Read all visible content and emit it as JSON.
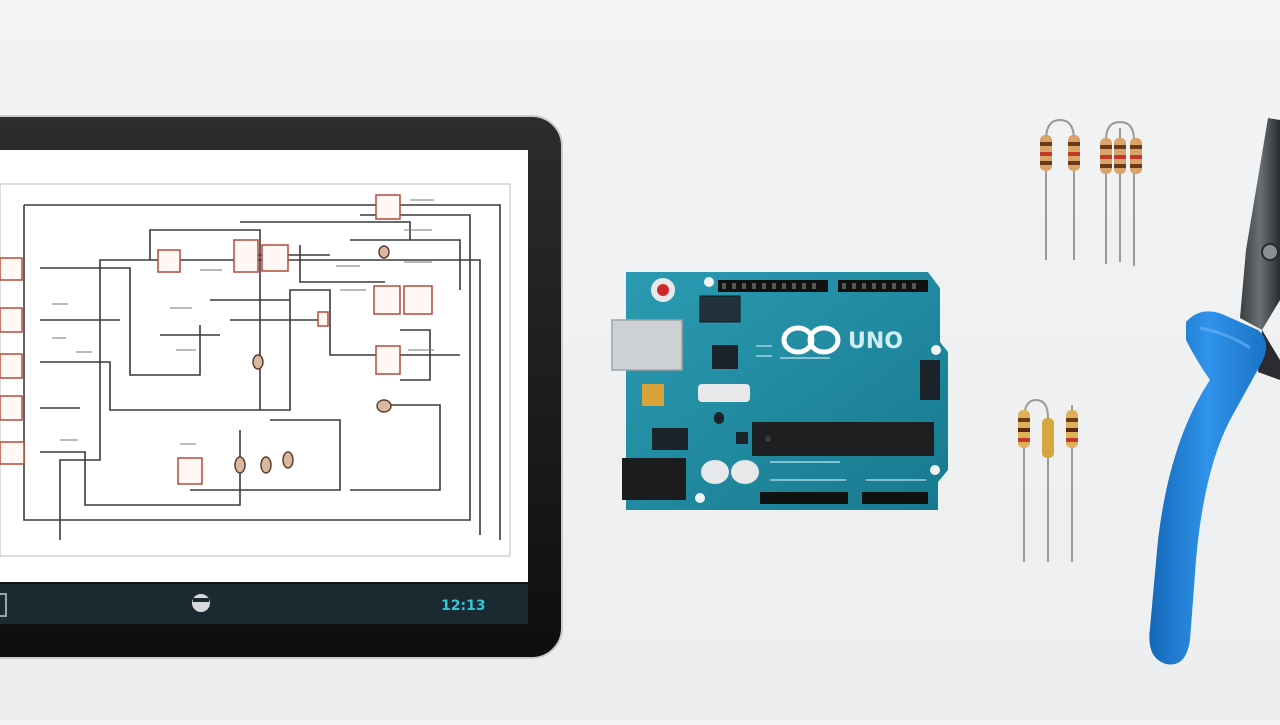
{
  "scene": {
    "description_items": [
      "tablet",
      "schematic",
      "arduino-board",
      "resistors",
      "pliers"
    ]
  },
  "tablet": {
    "status_text": "12:13"
  },
  "arduino": {
    "logo_text": "UNO",
    "brand_color": "#1a8aa0"
  },
  "colors": {
    "background": "#eef0f1",
    "tablet_bezel": "#141516",
    "schematic_line": "#3a3a3a",
    "component_accent": "#c0392b",
    "pliers_handle": "#1e7fd6"
  }
}
